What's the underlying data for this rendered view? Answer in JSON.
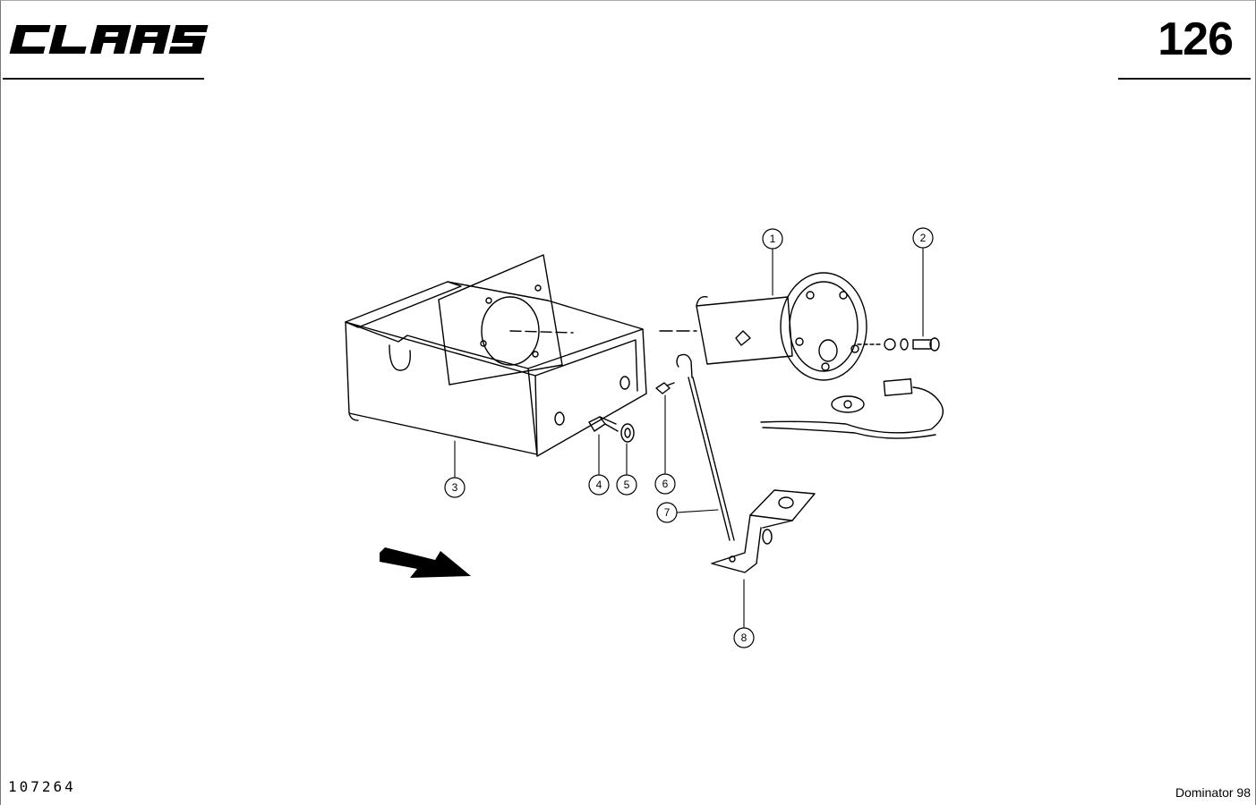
{
  "header": {
    "brand": "CLAAS",
    "page_number": "126"
  },
  "footer": {
    "drawing_number": "107264",
    "model": "Dominator 98"
  },
  "callouts": [
    {
      "id": "callout-1",
      "label": "1",
      "part": "housing-drum-assembly"
    },
    {
      "id": "callout-2",
      "label": "2",
      "part": "screw-nut-washer-set"
    },
    {
      "id": "callout-3",
      "label": "3",
      "part": "mounting-box"
    },
    {
      "id": "callout-4",
      "label": "4",
      "part": "bolt"
    },
    {
      "id": "callout-5",
      "label": "5",
      "part": "washer"
    },
    {
      "id": "callout-6",
      "label": "6",
      "part": "small-screw"
    },
    {
      "id": "callout-7",
      "label": "7",
      "part": "rod"
    },
    {
      "id": "callout-8",
      "label": "8",
      "part": "angle-bracket"
    }
  ],
  "icons": {
    "direction_arrow": "direction-arrow-icon"
  }
}
